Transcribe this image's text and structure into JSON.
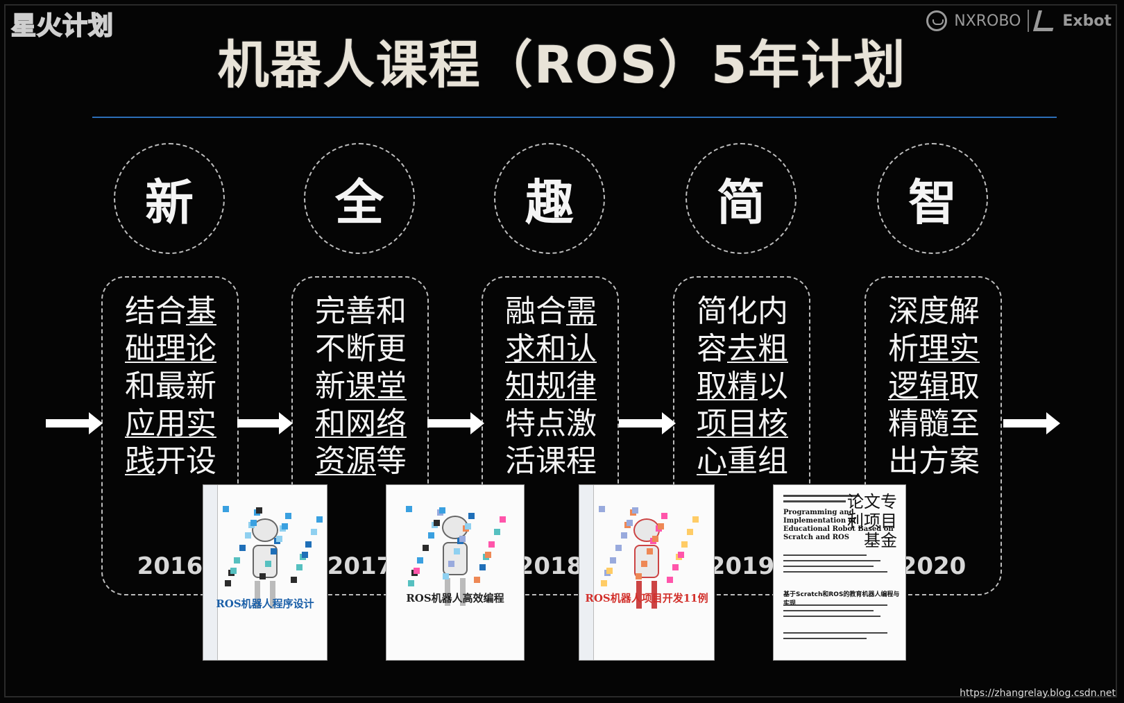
{
  "corner_label": "星火计划",
  "brands": {
    "left": "NXROBO",
    "right": "Exbot"
  },
  "title": "机器人课程（ROS）5年计划",
  "stages": [
    {
      "keyword": "新",
      "year": "2016",
      "lines": [
        [
          {
            "t": "结合",
            "u": false
          },
          {
            "t": "基",
            "u": true
          }
        ],
        [
          {
            "t": "础理论",
            "u": true
          }
        ],
        [
          {
            "t": "和最新",
            "u": false
          }
        ],
        [
          {
            "t": "应用实",
            "u": true
          }
        ],
        [
          {
            "t": "践",
            "u": true
          },
          {
            "t": "开设",
            "u": false
          }
        ]
      ]
    },
    {
      "keyword": "全",
      "year": "2017",
      "lines": [
        [
          {
            "t": "完善和",
            "u": false
          }
        ],
        [
          {
            "t": "不断更",
            "u": false
          }
        ],
        [
          {
            "t": "新",
            "u": false
          },
          {
            "t": "课堂",
            "u": true
          }
        ],
        [
          {
            "t": "和网络",
            "u": true
          }
        ],
        [
          {
            "t": "资源",
            "u": true
          },
          {
            "t": "等",
            "u": false
          }
        ]
      ]
    },
    {
      "keyword": "趣",
      "year": "2018",
      "lines": [
        [
          {
            "t": "融合",
            "u": false
          },
          {
            "t": "需",
            "u": true
          }
        ],
        [
          {
            "t": "求和认",
            "u": true
          }
        ],
        [
          {
            "t": "知规律",
            "u": true
          }
        ],
        [
          {
            "t": "特点激",
            "u": false
          }
        ],
        [
          {
            "t": "活课程",
            "u": false
          }
        ]
      ]
    },
    {
      "keyword": "简",
      "year": "2019",
      "lines": [
        [
          {
            "t": "简化内",
            "u": false
          }
        ],
        [
          {
            "t": "容",
            "u": false
          },
          {
            "t": "去粗",
            "u": true
          }
        ],
        [
          {
            "t": "取精",
            "u": true
          },
          {
            "t": "以",
            "u": false
          }
        ],
        [
          {
            "t": "项目核",
            "u": true
          }
        ],
        [
          {
            "t": "心",
            "u": true
          },
          {
            "t": "重组",
            "u": false
          }
        ]
      ]
    },
    {
      "keyword": "智",
      "year": "2020",
      "lines": [
        [
          {
            "t": "深度解",
            "u": false
          }
        ],
        [
          {
            "t": "析",
            "u": false
          },
          {
            "t": "理实",
            "u": true
          }
        ],
        [
          {
            "t": "逻辑",
            "u": true
          },
          {
            "t": "取",
            "u": false
          }
        ],
        [
          {
            "t": "精髓至",
            "u": false
          }
        ],
        [
          {
            "t": "出方案",
            "u": false
          }
        ]
      ]
    }
  ],
  "books": [
    {
      "title": "ROS机器人程序设计",
      "title_color": "#1a5fa8"
    },
    {
      "title": "ROS机器人高效编程",
      "title_color": "#222222"
    },
    {
      "title": "ROS机器人项目开发11例",
      "title_color": "#d2302b"
    }
  ],
  "paper": {
    "title": "Programming and Implementation of Educational Robot Based on Scratch and ROS",
    "cn_title": "基于Scratch和ROS的教育机器人编程与实现",
    "stamp": "论文专利项目基金"
  },
  "watermark": "https://zhangrelay.blog.csdn.net"
}
